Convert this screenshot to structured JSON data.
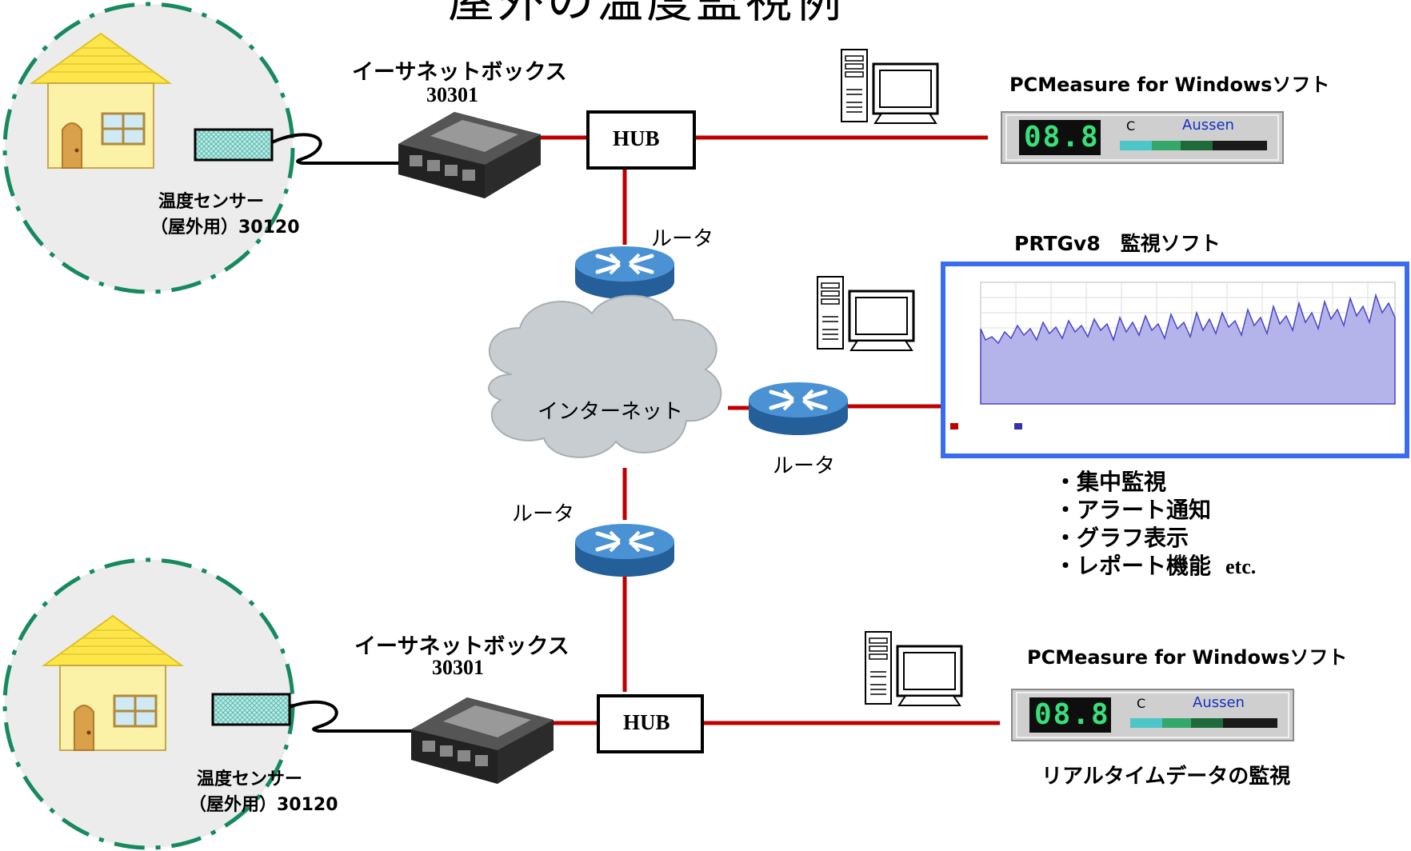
{
  "diagram": {
    "title": "屋外の温度監視例",
    "site_top": {
      "ethernet_box_label": "イーサネットボックス",
      "ethernet_box_model": "30301",
      "hub_label": "HUB",
      "sensor_label_line1": "温度センサー",
      "sensor_label_line2": "（屋外用）30120"
    },
    "site_bottom": {
      "ethernet_box_label": "イーサネットボックス",
      "ethernet_box_model": "30301",
      "hub_label": "HUB",
      "sensor_label_line1": "温度センサー",
      "sensor_label_line2": "（屋外用）30120"
    },
    "router_label": "ルータ",
    "internet_label": "インターネット",
    "pcmeasure_top": {
      "software_label": "PCMeasure for Windowsソフト",
      "display_value": "08.8",
      "unit": "C",
      "sensor_name": "Aussen"
    },
    "pcmeasure_bottom": {
      "software_label": "PCMeasure for Windowsソフト",
      "display_value": "08.8",
      "unit": "C",
      "sensor_name": "Aussen",
      "caption": "リアルタイムデータの監視"
    },
    "prtg": {
      "software_label": "PRTGv8　監視ソフト",
      "features": [
        "・集中監視",
        "・アラート通知",
        "・グラフ表示",
        "・レポート機能"
      ],
      "features_suffix": "etc."
    },
    "colors": {
      "network_line": "#c00000",
      "router_fill": "#3f86c8",
      "cloud_fill": "#c8cdd2",
      "house_circle": "#168a5e",
      "house_circle_fill": "#ececec",
      "house_wall": "#fbf2a8",
      "house_roof": "#fde64a",
      "chart_frame": "#3a6cf0",
      "chart_fill": "#b4b3ea",
      "chart_line": "#4a45c8"
    }
  }
}
